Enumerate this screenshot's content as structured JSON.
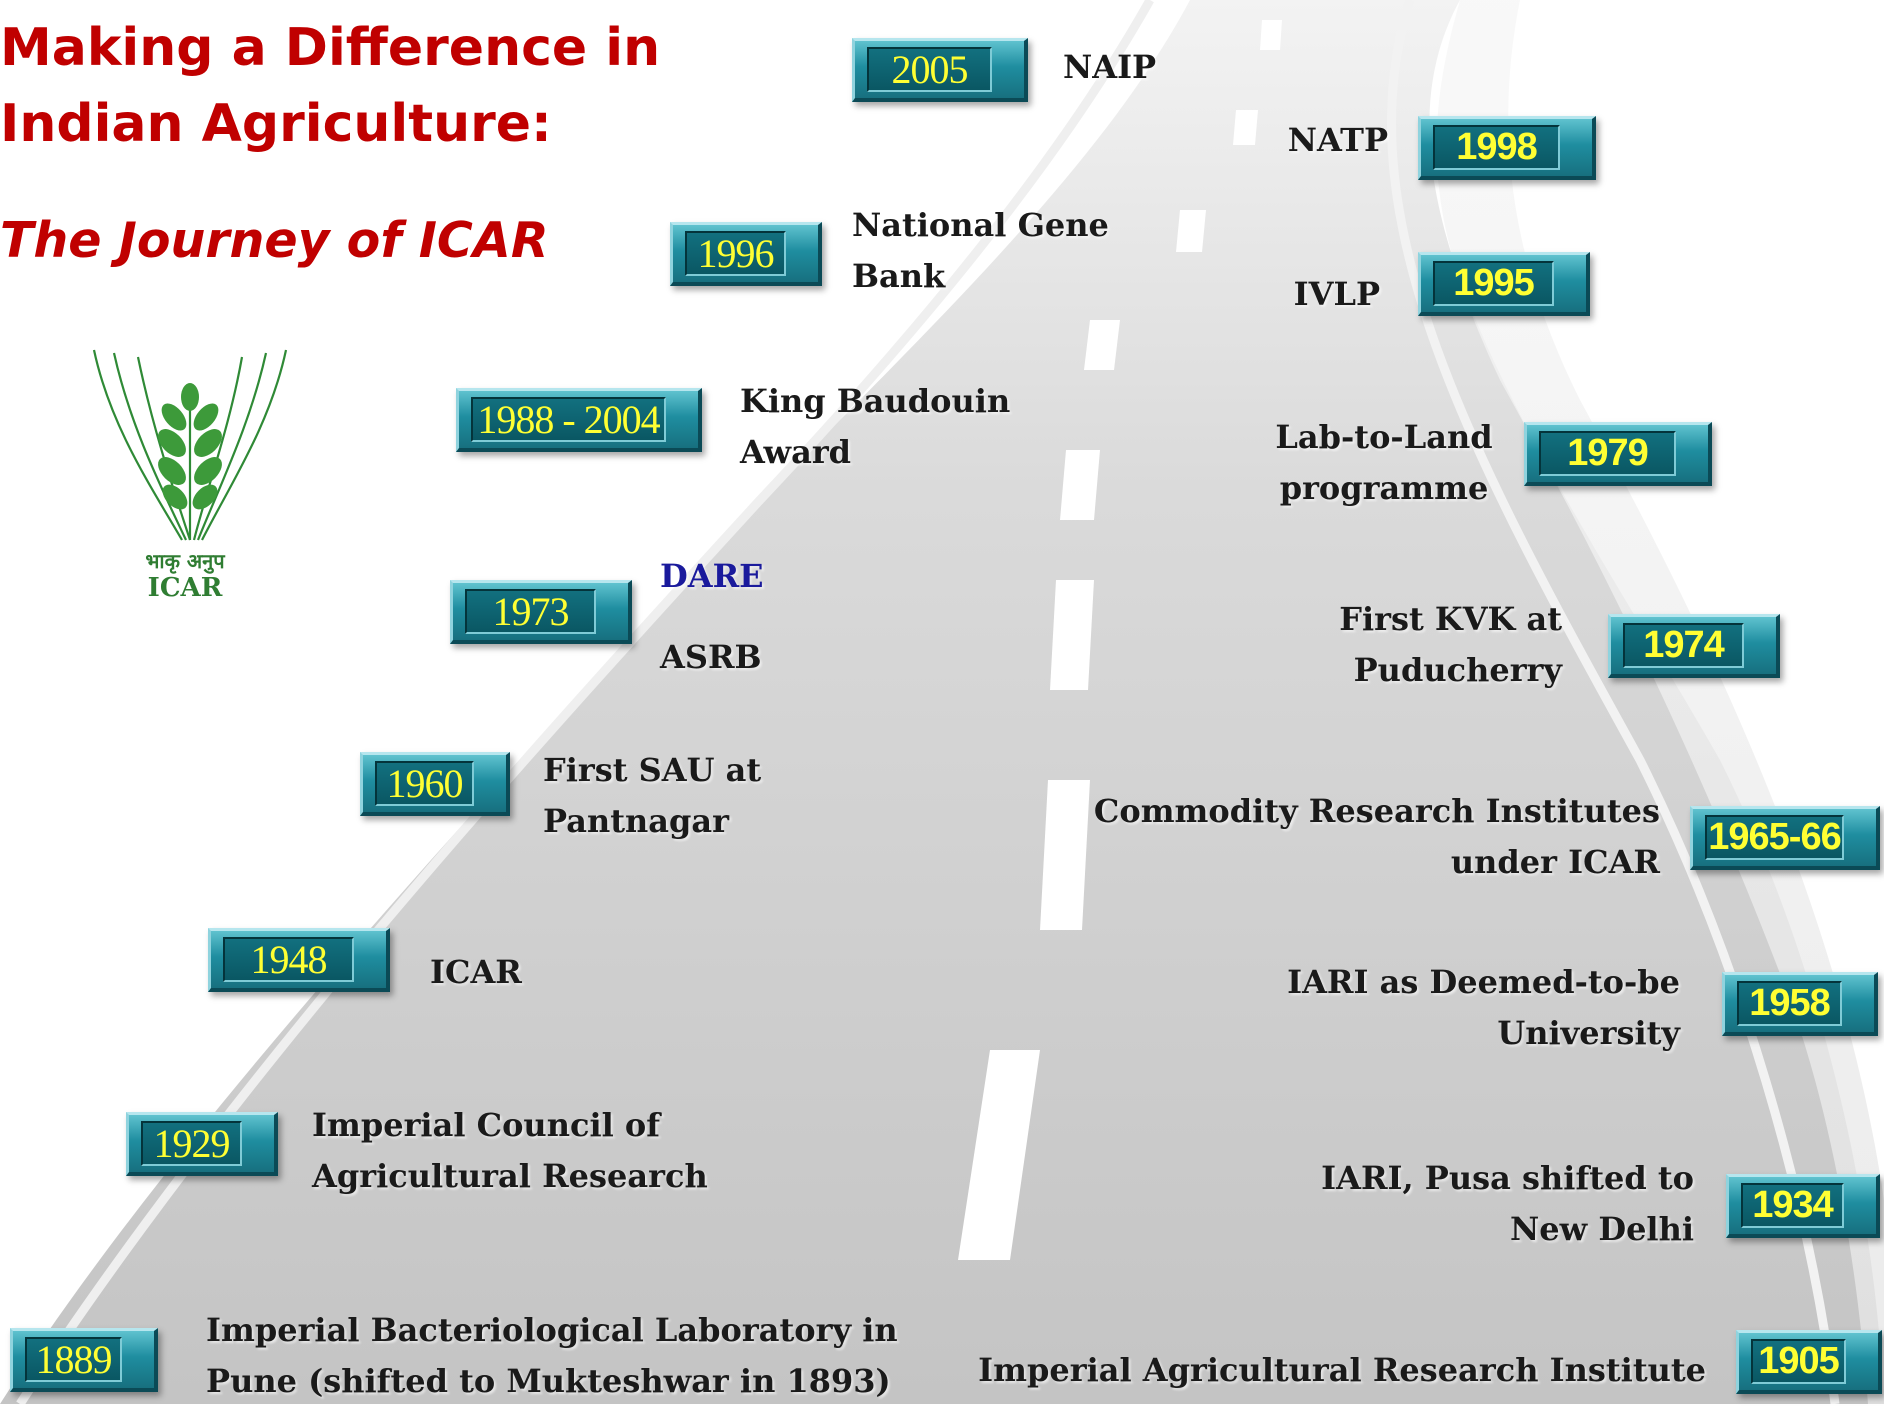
{
  "title_line1": "Making a Difference in",
  "title_line2": "Indian Agriculture:",
  "subtitle": "The Journey of ICAR",
  "logo": {
    "hindi": "भाकृ अनुप",
    "name": "ICAR"
  },
  "milestones": {
    "m2005": {
      "year": "2005",
      "label": "NAIP"
    },
    "m1998": {
      "year": "1998",
      "label": "NATP"
    },
    "m1996": {
      "year": "1996",
      "label_line1": "National Gene",
      "label_line2": "Bank"
    },
    "m1995": {
      "year": "1995",
      "label": "IVLP"
    },
    "m1988": {
      "year": "1988 - 2004",
      "label_line1": "King Baudouin",
      "label_line2": "Award"
    },
    "m1979": {
      "year": "1979",
      "label_line1": "Lab-to-Land",
      "label_line2": "programme"
    },
    "m1973": {
      "year": "1973",
      "label_line1": "DARE",
      "label_line2": "ASRB"
    },
    "m1974": {
      "year": "1974",
      "label_line1": "First KVK at",
      "label_line2": "Puducherry"
    },
    "m1960": {
      "year": "1960",
      "label_line1": "First SAU at",
      "label_line2": "Pantnagar"
    },
    "m1965": {
      "year": "1965-66",
      "label_line1": "Commodity Research Institutes",
      "label_line2": "under ICAR"
    },
    "m1948": {
      "year": "1948",
      "label": "ICAR"
    },
    "m1958": {
      "year": "1958",
      "label_line1": "IARI as Deemed-to-be",
      "label_line2": "University"
    },
    "m1929": {
      "year": "1929",
      "label_line1": "Imperial Council of",
      "label_line2": "Agricultural Research"
    },
    "m1934": {
      "year": "1934",
      "label_line1": "IARI, Pusa shifted to",
      "label_line2": "New Delhi"
    },
    "m1889": {
      "year": "1889",
      "label_line1": "Imperial Bacteriological Laboratory in",
      "label_line2": "Pune (shifted to Mukteshwar in 1893)"
    },
    "m1905": {
      "year": "1905",
      "label": "Imperial Agricultural Research Institute"
    }
  }
}
